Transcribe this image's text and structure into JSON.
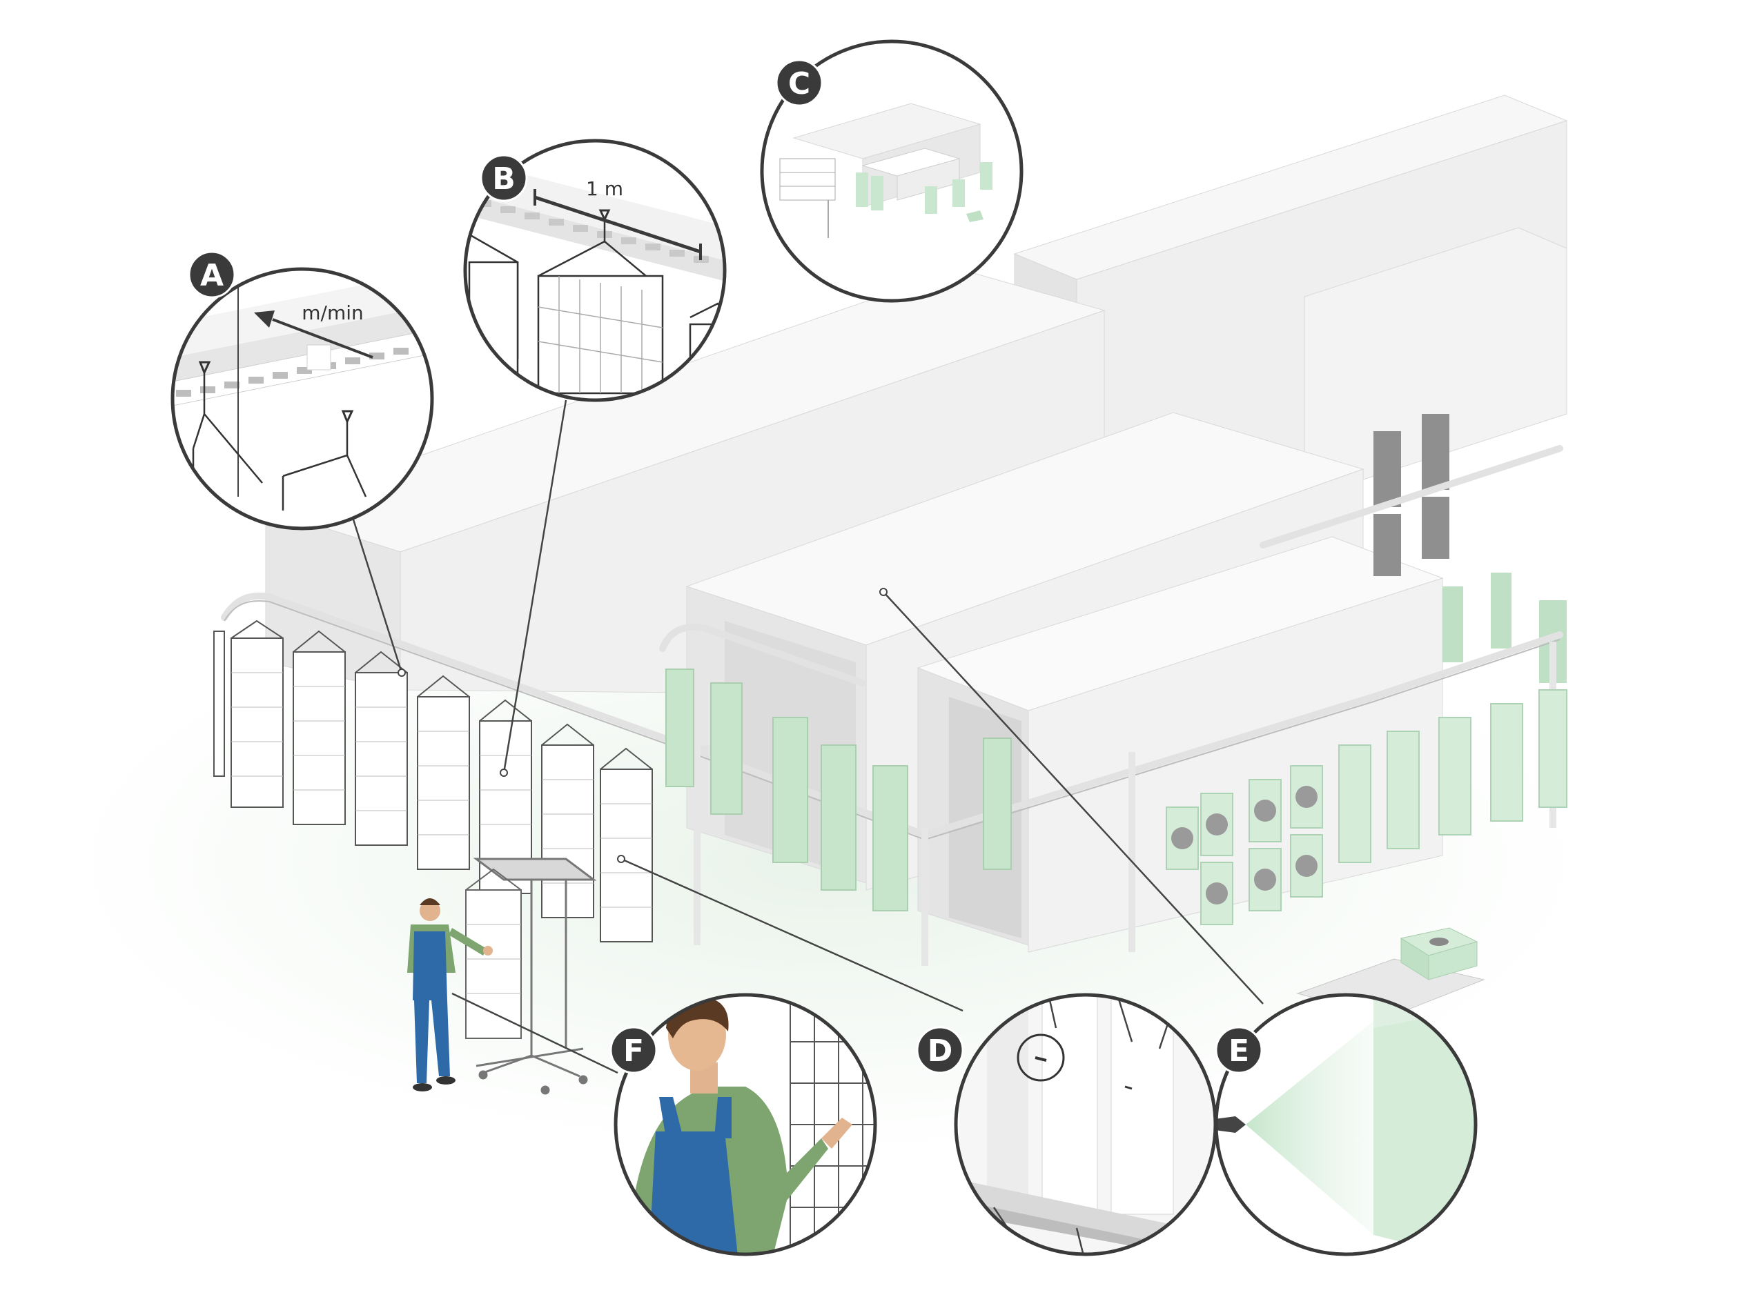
{
  "labels": {
    "a": "A",
    "b": "B",
    "c": "C",
    "d": "D",
    "e": "E",
    "f": "F"
  },
  "annotations": {
    "speed_unit": "m/min",
    "spacing": "1 m"
  },
  "colors": {
    "accent_green": "#cfe9d3",
    "panel_green": "#bfe0c5",
    "line_dark": "#333333",
    "label_bg": "#3a3a3a",
    "building": "#f2f2f2"
  }
}
